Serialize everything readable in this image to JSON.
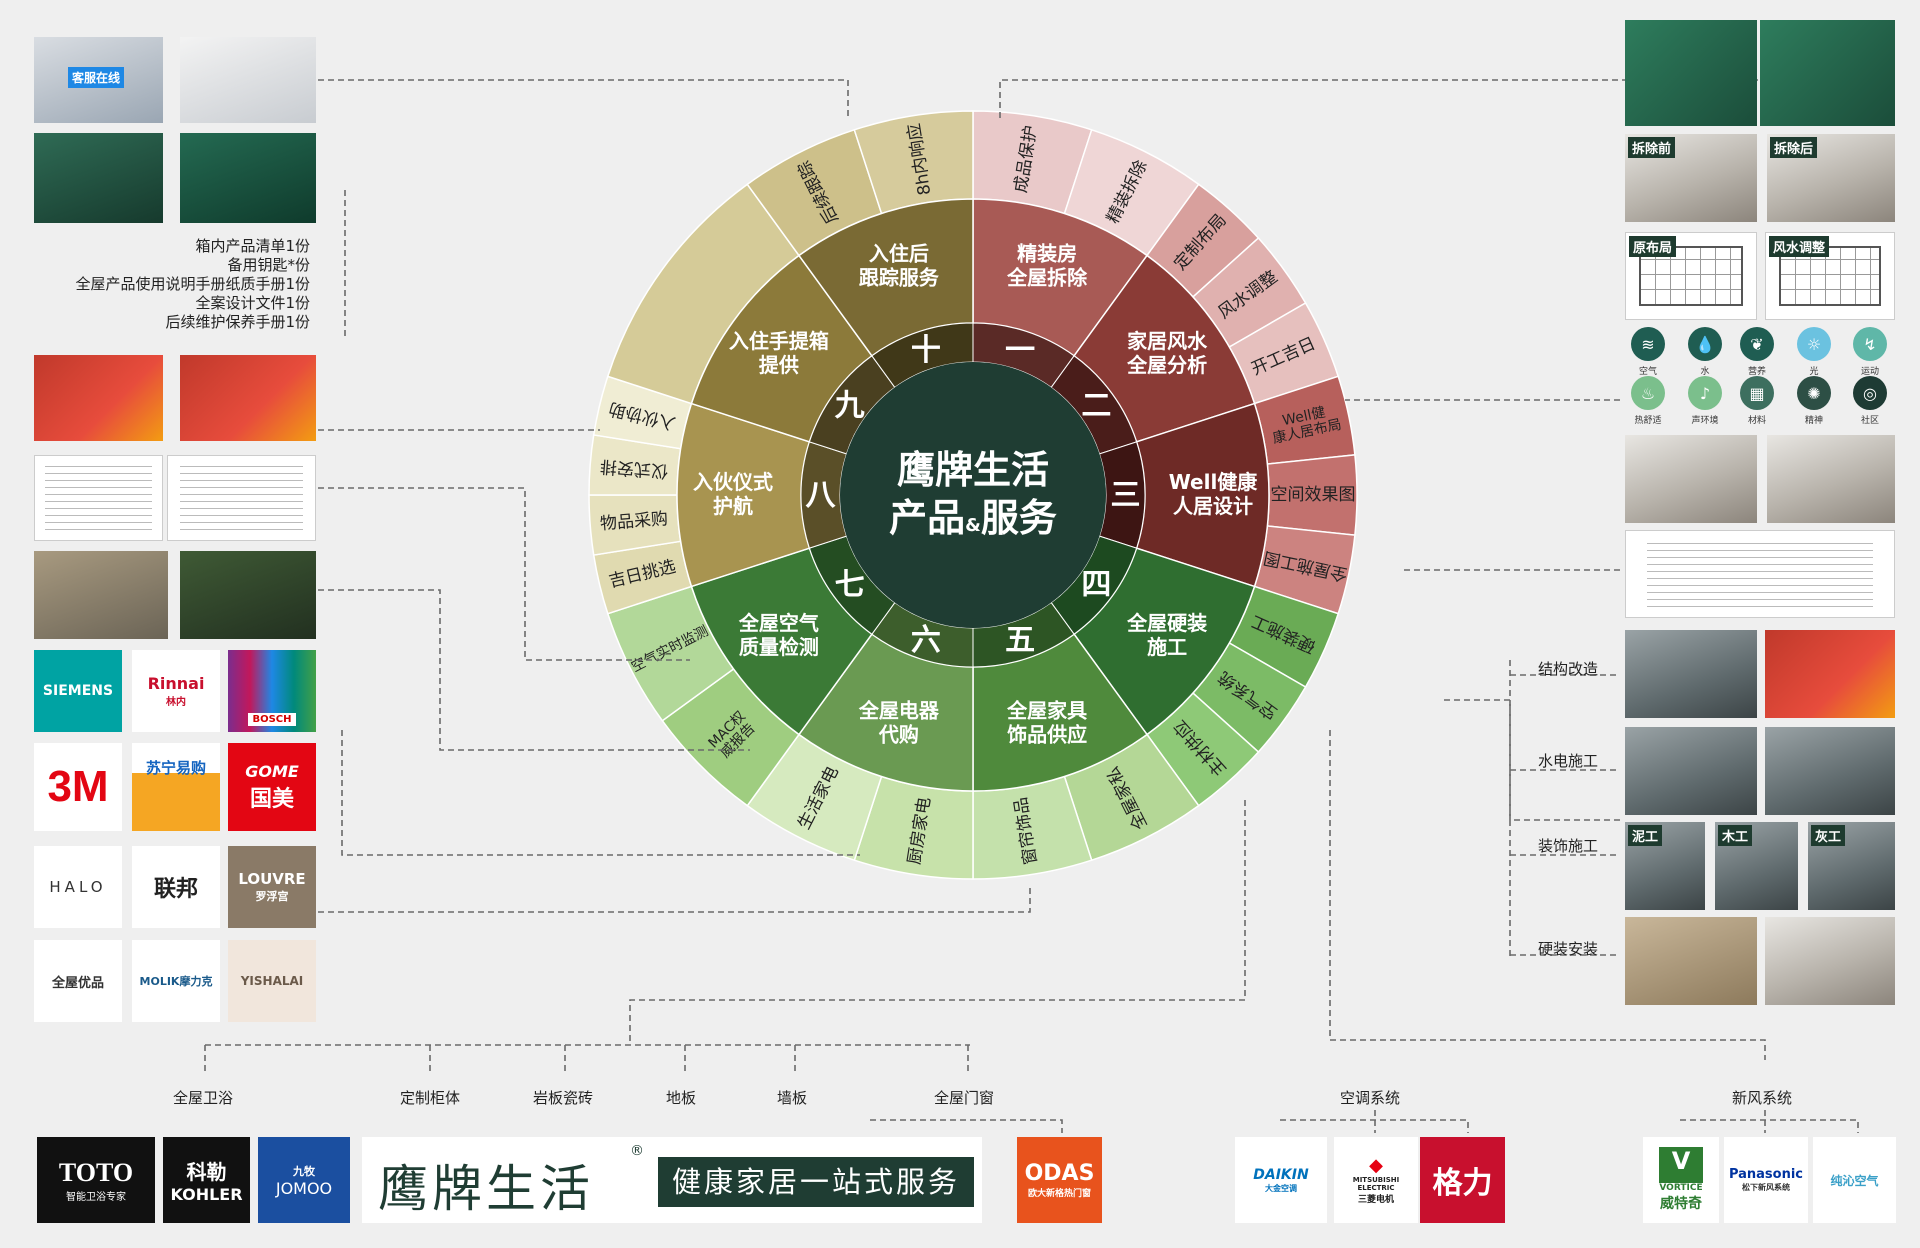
{
  "center": {
    "line1": "鹰牌生活",
    "line2_a": "产品",
    "line2_amp": "&",
    "line2_b": "服务"
  },
  "segments": [
    {
      "num": "一",
      "title": [
        "精装房",
        "全屋拆除"
      ],
      "outer": [
        "成品保护",
        "精装拆除"
      ]
    },
    {
      "num": "二",
      "title": [
        "家居风水",
        "全屋分析"
      ],
      "outer": [
        "定制布局",
        "风水调整",
        "开工吉日"
      ]
    },
    {
      "num": "三",
      "title": [
        "Well健康",
        "人居设计"
      ],
      "outer": [
        "Well健康人居布局",
        "空间效果图",
        "全屋施工图"
      ]
    },
    {
      "num": "四",
      "title": [
        "全屋硬装",
        "施工"
      ],
      "outer": [
        "硬装施工",
        "空气系统",
        "主材供应"
      ]
    },
    {
      "num": "五",
      "title": [
        "全屋家具",
        "饰品供应"
      ],
      "outer": [
        "全屋家私",
        "窗帘饰品"
      ]
    },
    {
      "num": "六",
      "title": [
        "全屋电器",
        "代购"
      ],
      "outer": [
        "厨房家电",
        "生活家电"
      ]
    },
    {
      "num": "七",
      "title": [
        "全屋空气",
        "质量检测"
      ],
      "outer": [
        "MAC权威报告",
        "空气实时监测"
      ]
    },
    {
      "num": "八",
      "title": [
        "入伙仪式",
        "护航"
      ],
      "outer": [
        "吉日挑选",
        "物品采购",
        "仪式安排",
        "入伙协助"
      ]
    },
    {
      "num": "九",
      "title": [
        "入住手提箱",
        "提供"
      ],
      "outer": []
    },
    {
      "num": "十",
      "title": [
        "入住后",
        "跟踪服务"
      ],
      "outer": [
        "后续跟踪",
        "8h内响应"
      ]
    }
  ],
  "left": {
    "service_tag": "客服在线",
    "suitcase_list": [
      "箱内产品清单1份",
      "备用钥匙*份",
      "全屋产品使用说明手册纸质手册1份",
      "全案设计文件1份",
      "后续维护保养手册1份"
    ],
    "brands": [
      "SIEMENS",
      "Rinnai",
      "林内",
      "BOSCH",
      "3M",
      "苏宁易购",
      "GOME",
      "国美",
      "HALO",
      "联邦",
      "LOUVRE",
      "罗浮宫",
      "全屋优品",
      "MOLIK摩力克",
      "YISHALAI"
    ]
  },
  "right": {
    "tags": [
      "拆除前",
      "拆除后",
      "原布局",
      "风水调整",
      "泥工",
      "木工",
      "灰工"
    ],
    "well_icons": [
      "空气",
      "水",
      "营养",
      "光",
      "运动",
      "热舒适",
      "声环境",
      "材料",
      "精神",
      "社区"
    ],
    "construction": [
      "结构改造",
      "水电施工",
      "装饰施工",
      "硬装安装"
    ]
  },
  "bottom": {
    "categories": [
      "全屋卫浴",
      "定制柜体",
      "岩板瓷砖",
      "地板",
      "墙板",
      "全屋门窗",
      "空调系统",
      "新风系统"
    ],
    "brand_main": "鹰牌生活",
    "reg": "®",
    "slogan": "健康家居一站式服务",
    "brands": [
      "TOTO",
      "智能卫浴专家",
      "科勒",
      "KOHLER",
      "九牧",
      "JOMOO",
      "ODAS",
      "欧大新格热门窗",
      "DAIKIN",
      "大金空调",
      "MITSUBISHI ELECTRIC",
      "三菱电机",
      "格力",
      "VORTICE",
      "威特奇",
      "Panasonic",
      "松下新风系统",
      "纯沁空气"
    ]
  },
  "colors": {
    "center": "#1f3d33",
    "ring_mid": "#3c3322"
  }
}
